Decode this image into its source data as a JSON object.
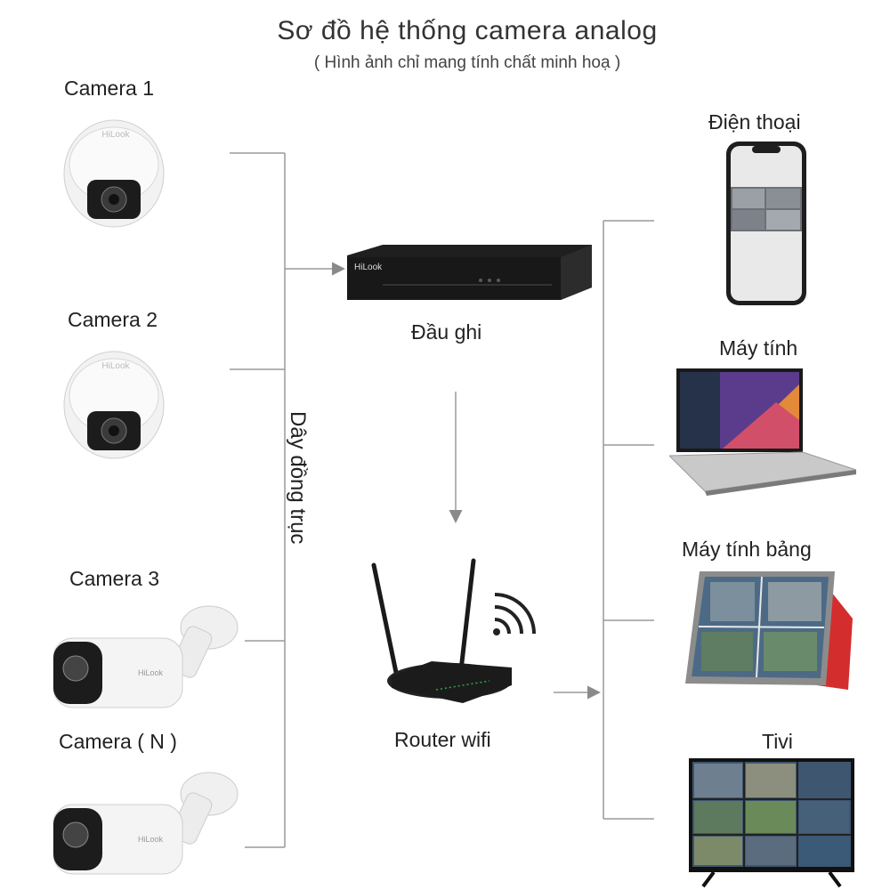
{
  "header": {
    "title": "Sơ đồ hệ thống camera analog",
    "subtitle": "( Hình ảnh chỉ mang tính chất minh hoạ )"
  },
  "cameras": [
    {
      "label": "Camera 1",
      "type": "dome",
      "brand": "HiLook"
    },
    {
      "label": "Camera 2",
      "type": "dome",
      "brand": "HiLook"
    },
    {
      "label": "Camera 3",
      "type": "bullet",
      "brand": "HiLook"
    },
    {
      "label": "Camera ( N )",
      "type": "bullet",
      "brand": "HiLook"
    }
  ],
  "cable_label": "Dây đồng trục",
  "recorder": {
    "label": "Đầu ghi",
    "brand": "HiLook"
  },
  "router": {
    "label": "Router wifi",
    "icon": "wifi-icon"
  },
  "clients": [
    {
      "label": "Điện thoại",
      "icon": "smartphone-icon"
    },
    {
      "label": "Máy tính",
      "icon": "laptop-icon"
    },
    {
      "label": "Máy tính bảng",
      "icon": "tablet-icon"
    },
    {
      "label": "Tivi",
      "icon": "tv-icon"
    }
  ],
  "colors": {
    "line": "#9a9a9a",
    "arrow": "#8a8a8a",
    "device_dark": "#1f1f1f",
    "camera_white": "#f2f2f2"
  }
}
